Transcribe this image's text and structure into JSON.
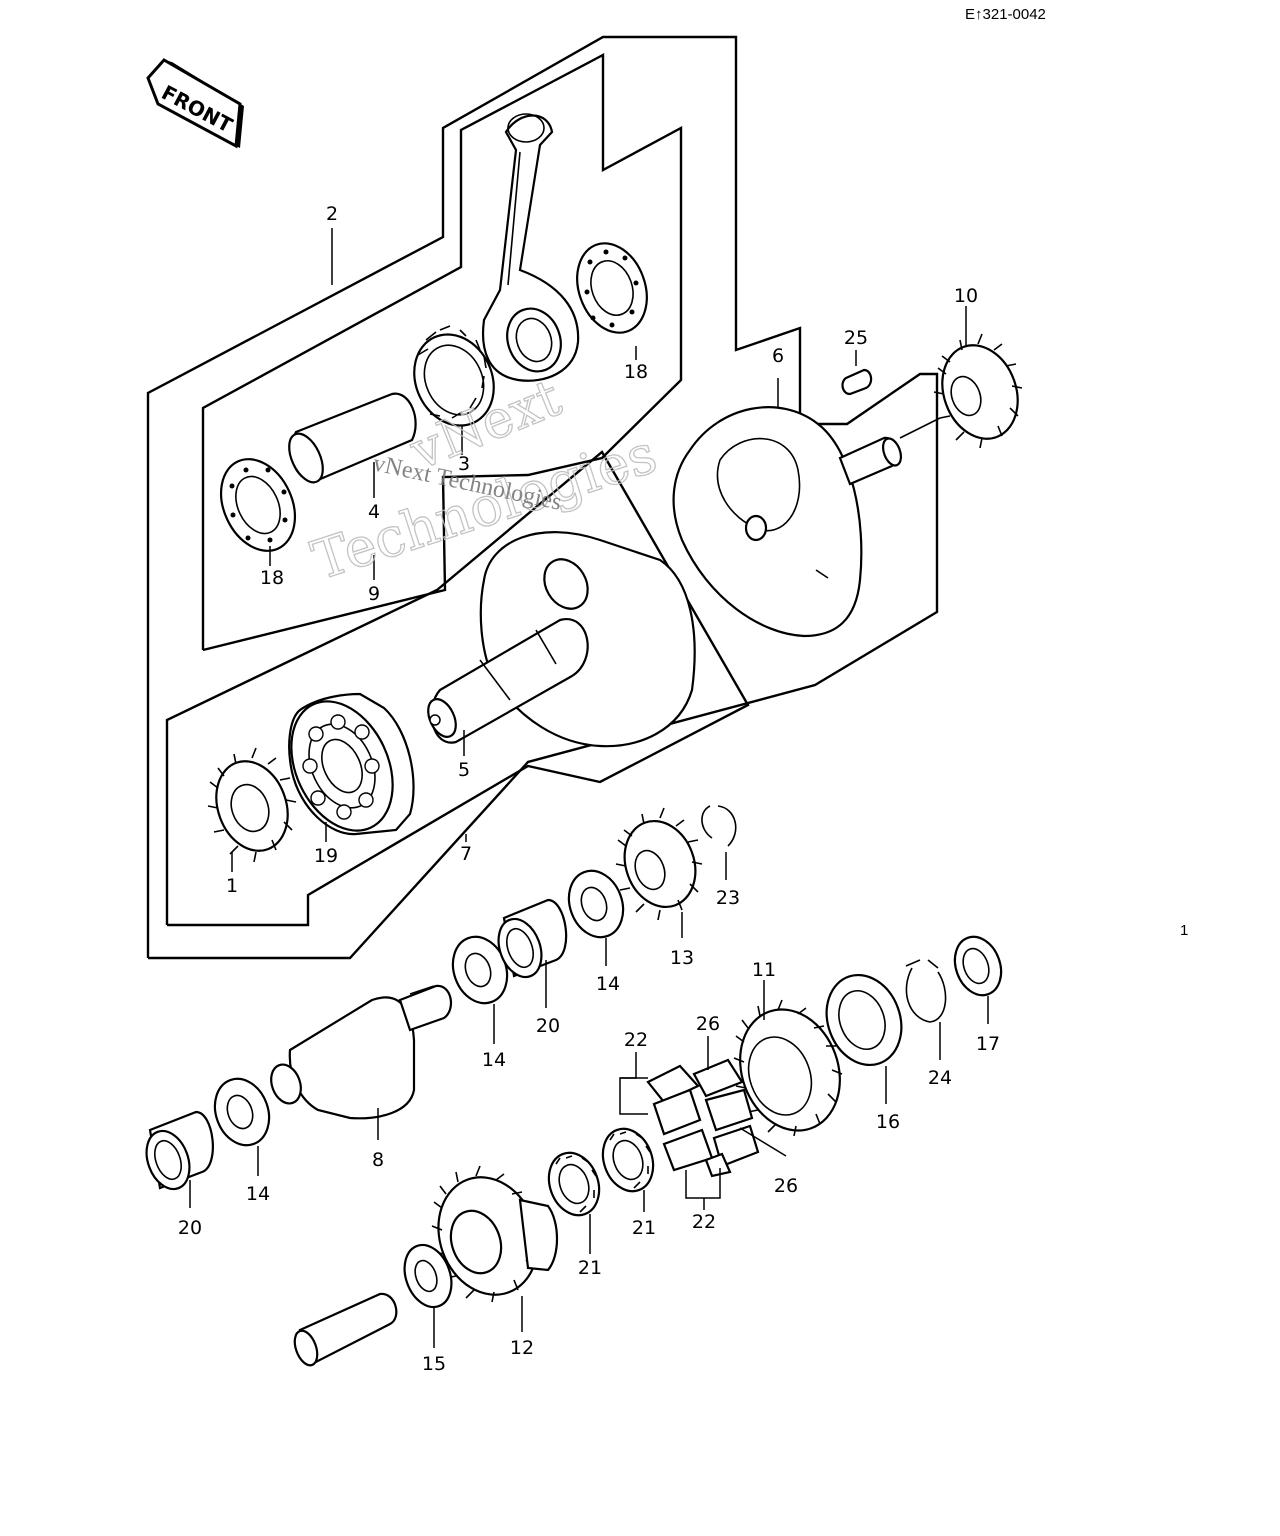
{
  "diagram": {
    "code": "E↑321-0042",
    "front_label": "FRONT",
    "page_mark": "1",
    "watermark": {
      "line1": "vNext",
      "line2": "Technologies",
      "line3": "vNext Technologies"
    },
    "refs": {
      "r1": "1",
      "r2": "2",
      "r3": "3",
      "r4": "4",
      "r5": "5",
      "r6": "6",
      "r7": "7",
      "r8": "8",
      "r9": "9",
      "r10": "10",
      "r11": "11",
      "r12": "12",
      "r13": "13",
      "r14a": "14",
      "r14b": "14",
      "r14c": "14",
      "r15": "15",
      "r16": "16",
      "r17": "17",
      "r18a": "18",
      "r18b": "18",
      "r19": "19",
      "r20a": "20",
      "r20b": "20",
      "r21a": "21",
      "r21b": "21",
      "r22a": "22",
      "r22b": "22",
      "r23": "23",
      "r24": "24",
      "r25": "25",
      "r26a": "26",
      "r26b": "26"
    }
  }
}
